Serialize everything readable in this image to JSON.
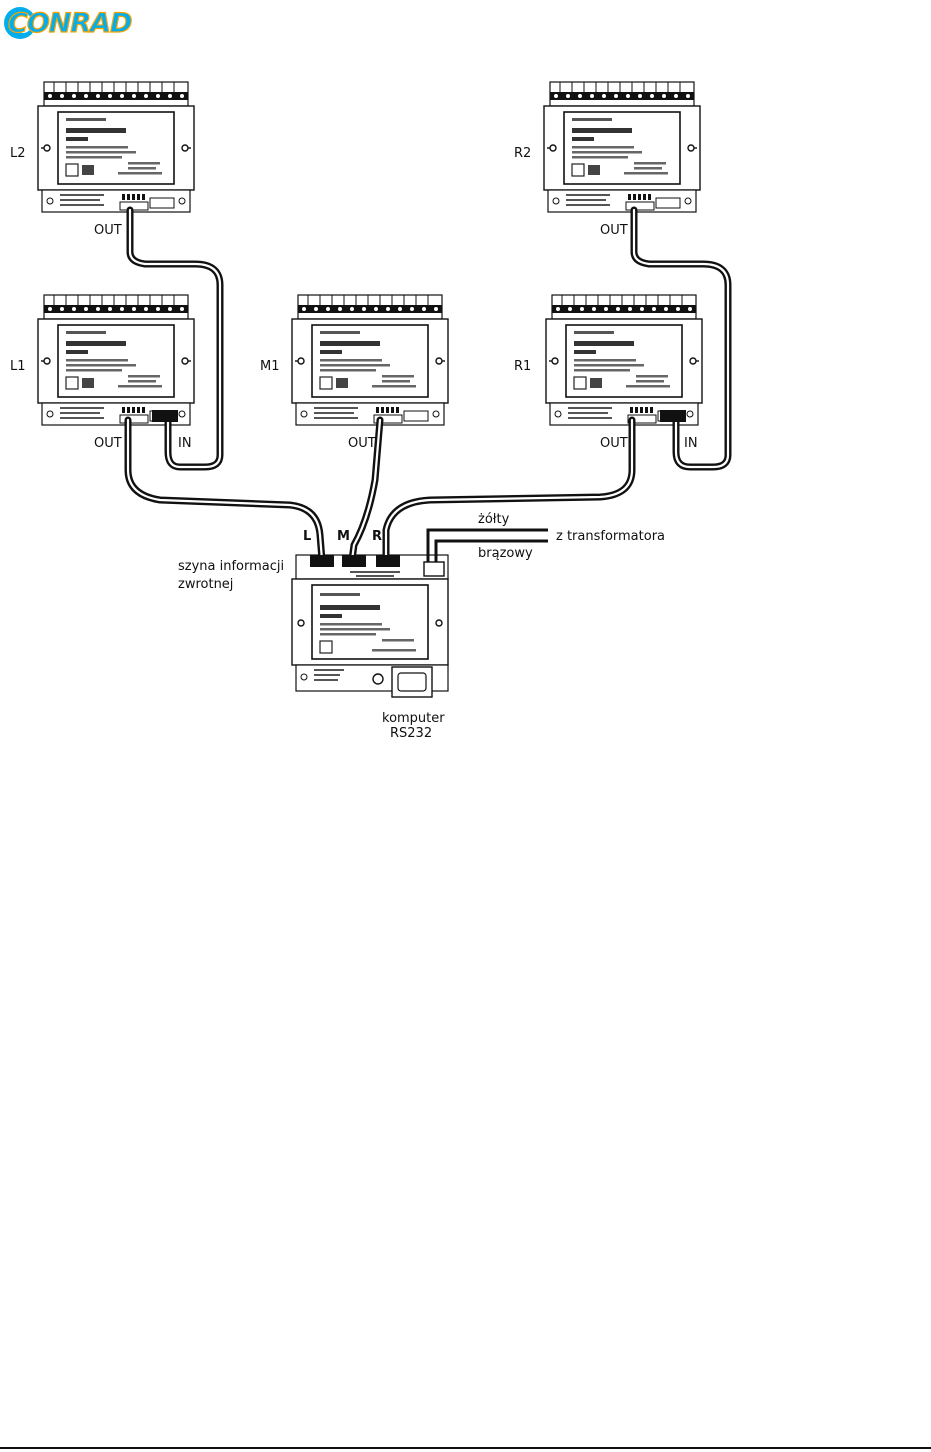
{
  "brand": {
    "name": "CONRAD",
    "color": "#00aeef",
    "accent": "#f5a300"
  },
  "modules": [
    {
      "id": "L2",
      "label": "L2"
    },
    {
      "id": "R2",
      "label": "R2"
    },
    {
      "id": "L1",
      "label": "L1"
    },
    {
      "id": "M1",
      "label": "M1"
    },
    {
      "id": "R1",
      "label": "R1"
    }
  ],
  "ports": {
    "out": "OUT",
    "in": "IN"
  },
  "interface": {
    "inputs": [
      "L",
      "M",
      "R"
    ],
    "feedback_bus": [
      "szyna informacji",
      "zwrotnej"
    ],
    "computer": [
      "komputer",
      "RS232"
    ]
  },
  "power": {
    "wire_yellow": "żółty",
    "wire_brown": "brązowy",
    "source": "z transformatora"
  }
}
